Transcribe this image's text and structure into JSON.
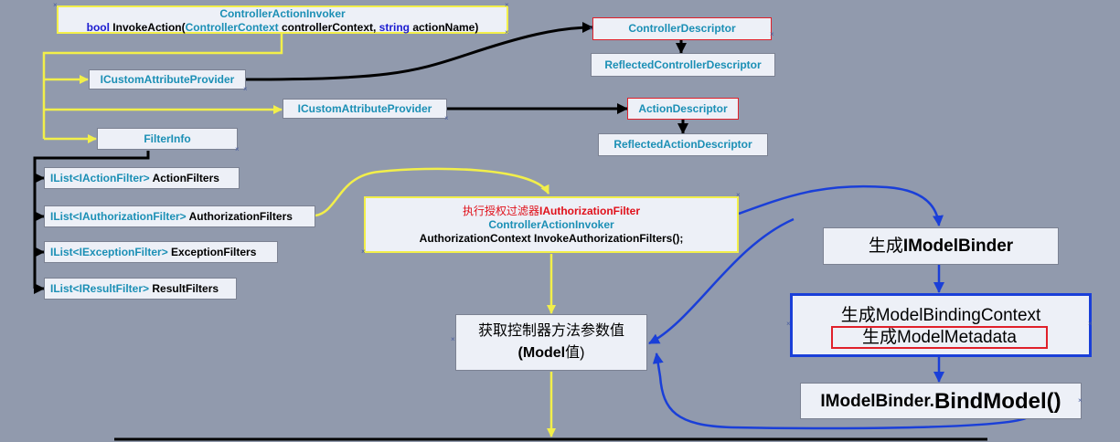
{
  "invoker": {
    "title": "ControllerActionInvoker",
    "sig_ret": "bool",
    "sig_name": " InvokeAction(",
    "sig_ctx_type": "ControllerContext",
    "sig_ctx_name": " controllerContext, ",
    "sig_str": "string",
    "sig_tail": " actionName)"
  },
  "controller_descriptor": "ControllerDescriptor",
  "reflected_controller_descriptor": "ReflectedControllerDescriptor",
  "custom_attr_provider_1": "ICustomAttributeProvider",
  "custom_attr_provider_2": "ICustomAttributeProvider",
  "action_descriptor": "ActionDescriptor",
  "reflected_action_descriptor": "ReflectedActionDescriptor",
  "filter_info": "FilterInfo",
  "filters": [
    {
      "type": "IList<IActionFilter>",
      "name": " ActionFilters"
    },
    {
      "type": "IList<IAuthorizationFilter>",
      "name": " AuthorizationFilters"
    },
    {
      "type": "IList<IExceptionFilter>",
      "name": " ExceptionFilters"
    },
    {
      "type": "IList<IResultFilter>",
      "name": " ResultFilters"
    }
  ],
  "auth_box": {
    "line1_cn": "执行授权过滤器",
    "line1_en": "IAuthorizationFilter",
    "line2": "ControllerActionInvoker",
    "line3": "AuthorizationContext InvokeAuthorizationFilters();"
  },
  "get_params": {
    "line1": "获取控制器方法参数值",
    "line2_a": "(Model",
    "line2_b": "值)"
  },
  "model_binder_gen": {
    "prefix": "生成",
    "name": "IModelBinder"
  },
  "binding_context": {
    "line1": "生成ModelBindingContext",
    "line2": "生成ModelMetadata"
  },
  "bind_model": {
    "prefix": "IModelBinder.",
    "method": "BindModel()"
  },
  "colors": {
    "background": "#919aad",
    "yellow": "#f2ef4a",
    "blue": "#1a3fd8",
    "red": "#e0202a",
    "cyan": "#1b8fb5"
  }
}
